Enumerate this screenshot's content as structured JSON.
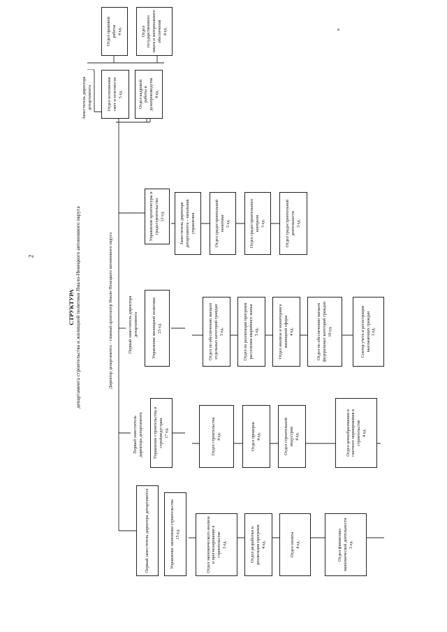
{
  "page_number": "2",
  "corner_mark": "»",
  "heading": "СТРУКТУРА",
  "subheading": "департамента строительства и жилищной политики Ямало-Ненецкого автономного округа",
  "director": "Директор департамента – главный архитектор Ямало-Ненецкого автономного округа",
  "deputy_director": "Заместитель директора департамента",
  "first_deputy_a": "Первый заместитель директора департамента",
  "first_deputy_b": "Первый заместитель директора департамента",
  "deputy_branch": {
    "top": [
      "Отдел правовой работы\n4 ед.",
      "Отдел государственного заказа и материального обеспечения\n4 ед."
    ],
    "bottom": [
      "Отдел исполнения смет и отчетности\n5 ед.",
      "Отдел кадровой работы и делопроизводства\n4 ед."
    ]
  },
  "architecture": {
    "head": "Управление архитектуры и градостроительства\n12 ед.",
    "items": [
      "Заместитель директора департамента – начальник управления",
      "Отдел градостроительной политики\n5 ед.",
      "Отдел градостроительного контроля\n3 ед.",
      "Отдел градостроительной деятельности\n3 ед."
    ]
  },
  "housing": {
    "head": "Управление жилищной политики\n25 ед.",
    "items": [
      "Отдел по обеспечению жильем отдельных категорий граждан\n5 ед.",
      "Отдел по реализации программ расселения аварийного жилья\n5 ед.",
      "Отдел анализа и мониторинга жилищной сферы\n4 ед.",
      "Отдел по обеспечению жильем федеральных категорий граждан\n10 ед.",
      "Сектор учета и регистрации выезжающих граждан\n3 ед."
    ]
  },
  "construction": {
    "head": "Управление строительства и стройиндустрии\n17 ед.",
    "items": [
      "Отдел строительства\n4 ед.",
      "Отдел проверок\n4 ед.",
      "Отдел строительной индустрии\n4 ед.",
      "Отдел ценообразования и сметного нормирования в строительстве\n4 ед."
    ]
  },
  "economics": {
    "head": "Управление экономики строительства\n15 ед.",
    "items": [
      "Отдел экономического анализа и прогнозирования в строительстве\n3 ед.",
      "Отдел разработки и реализации программ\n4 ед.",
      "Отдел оплаты\n4 ед.",
      "Отдел финансово-экономической деятельности\n3 ед."
    ]
  }
}
